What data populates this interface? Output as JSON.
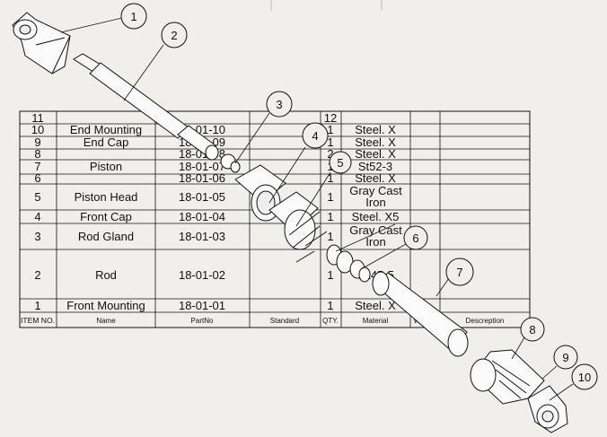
{
  "bom": {
    "columns": [
      "ITEM NO.",
      "Name",
      "PartNo",
      "Standard",
      "QTY.",
      "Material",
      "Weight",
      "Descreption"
    ],
    "rows": [
      {
        "item": "11",
        "name": "",
        "part": "",
        "qty": "12",
        "material": ""
      },
      {
        "item": "10",
        "name": "End Mounting",
        "part": "18-01-10",
        "qty": "1",
        "material": "Steel. X"
      },
      {
        "item": "9",
        "name": "End Cap",
        "part": "18-01-09",
        "qty": "1",
        "material": "Steel. X"
      },
      {
        "item": "8",
        "name": "",
        "part": "18-01-08",
        "qty": "2",
        "material": "Steel. X"
      },
      {
        "item": "7",
        "name": "Piston",
        "part": "18-01-07",
        "qty": "1",
        "material": "St52-3"
      },
      {
        "item": "6",
        "name": "",
        "part": "18-01-06",
        "qty": "1",
        "material": "Steel. X"
      },
      {
        "item": "5",
        "name": "Piston Head",
        "part": "18-01-05",
        "qty": "1",
        "material": "Gray Cast Iron"
      },
      {
        "item": "4",
        "name": "Front Cap",
        "part": "18-01-04",
        "qty": "1",
        "material": "Steel. X5"
      },
      {
        "item": "3",
        "name": "Rod Gland",
        "part": "18-01-03",
        "qty": "1",
        "material": "Gray Cast Iron"
      },
      {
        "item": "2",
        "name": "Rod",
        "part": "18-01-02",
        "qty": "1",
        "material": "Ck45-5"
      },
      {
        "item": "1",
        "name": "Front Mounting",
        "part": "18-01-01",
        "qty": "1",
        "material": "Steel. X"
      }
    ]
  },
  "balloons": [
    "1",
    "2",
    "3",
    "4",
    "5",
    "6",
    "7",
    "8",
    "9",
    "10"
  ],
  "colors": {
    "background": "#f0efeb",
    "line": "#111111"
  }
}
